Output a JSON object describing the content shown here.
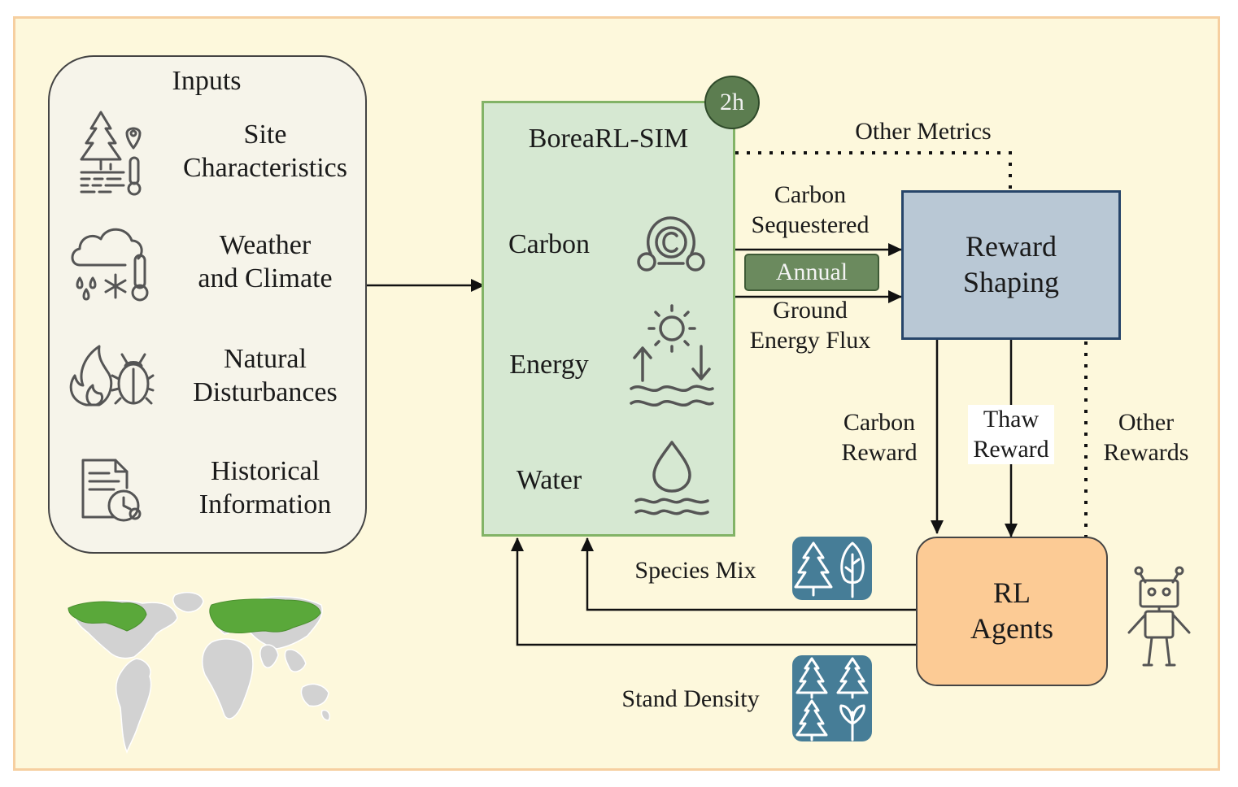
{
  "inputs": {
    "title": "Inputs",
    "items": [
      {
        "label": "Site\nCharacteristics",
        "icon": "forest-site-icon"
      },
      {
        "label": "Weather\nand Climate",
        "icon": "cloud-snow-thermometer-icon"
      },
      {
        "label": "Natural\nDisturbances",
        "icon": "fire-bug-icon"
      },
      {
        "label": "Historical\nInformation",
        "icon": "document-clock-icon"
      }
    ]
  },
  "simulator": {
    "title": "BoreaRL-SIM",
    "badge": "2h",
    "rows": [
      {
        "label": "Carbon",
        "icon": "carbon-cycle-icon"
      },
      {
        "label": "Energy",
        "icon": "sun-water-exchange-icon"
      },
      {
        "label": "Water",
        "icon": "water-drop-icon"
      }
    ]
  },
  "edges": {
    "other_metrics": "Other Metrics",
    "carbon_sequestered": "Carbon\nSequestered",
    "annual": "Annual",
    "ground_energy_flux": "Ground\nEnergy Flux",
    "carbon_reward": "Carbon\nReward",
    "thaw_reward": "Thaw\nReward",
    "other_rewards": "Other\nRewards",
    "species_mix": "Species Mix",
    "stand_density": "Stand Density"
  },
  "reward_shaping": {
    "label": "Reward\nShaping"
  },
  "agents": {
    "label": "RL\nAgents",
    "icon": "robot-icon"
  },
  "colors": {
    "background": "#fdf8dc",
    "frame": "#f6cfa0",
    "sim_fill": "#d6e8d2",
    "sim_border": "#82b366",
    "reward_fill": "#b9c8d5",
    "reward_border": "#27456a",
    "agents_fill": "#fccb95",
    "tile": "#467d97",
    "boreal_green": "#5aa83a"
  }
}
